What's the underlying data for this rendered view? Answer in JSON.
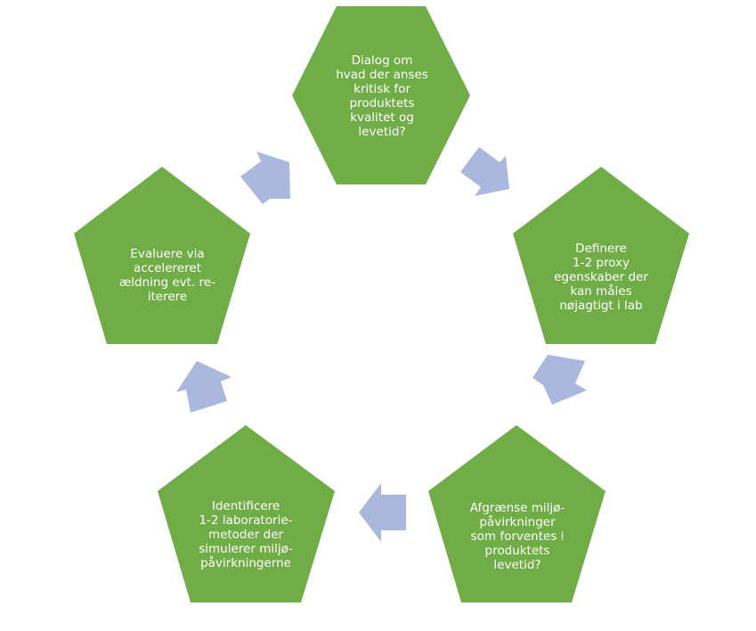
{
  "colors": {
    "node_fill": "#70ad47",
    "arrow_fill": "#aab8dd",
    "background": "#ffffff"
  },
  "nodes": [
    {
      "shape": "hexagon",
      "lines": [
        "Dialog om",
        "hvad der anses",
        "kritisk for",
        "produktets",
        "kvalitet og",
        "levetid?"
      ]
    },
    {
      "shape": "pentagon",
      "lines": [
        "Definere",
        "1-2 proxy",
        "egenskaber der",
        "kan måles",
        "nøjagtigt i lab"
      ]
    },
    {
      "shape": "pentagon",
      "lines": [
        "Afgrænse miljø-",
        "påvirkninger",
        "som forventes i",
        "produktets",
        "levetid?"
      ]
    },
    {
      "shape": "pentagon",
      "lines": [
        "Identificere",
        "1-2 laboratorie-",
        "metoder der",
        "simulerer miljø-",
        "påvirkningerne"
      ]
    },
    {
      "shape": "pentagon",
      "lines": [
        "Evaluere via",
        "accelereret",
        "ældning evt. re-",
        "iterere"
      ]
    }
  ],
  "arrows": [
    {
      "from": "hexagon-dialog",
      "to": "pentagon-definere",
      "icon": "arrow-right-down-icon"
    },
    {
      "from": "pentagon-definere",
      "to": "pentagon-afgraense",
      "icon": "arrow-down-icon"
    },
    {
      "from": "pentagon-afgraense",
      "to": "pentagon-identificere",
      "icon": "arrow-left-icon"
    },
    {
      "from": "pentagon-identificere",
      "to": "pentagon-evaluere",
      "icon": "arrow-up-icon"
    },
    {
      "from": "pentagon-evaluere",
      "to": "hexagon-dialog",
      "icon": "arrow-up-right-icon"
    }
  ]
}
